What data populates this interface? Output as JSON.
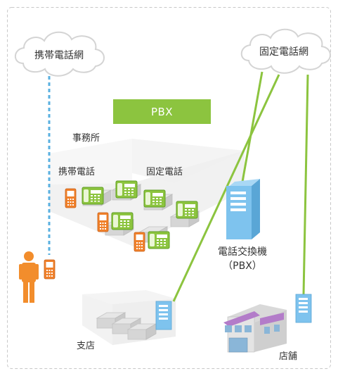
{
  "diagram": {
    "clouds": {
      "mobile_network": "携帯電話網",
      "fixed_network": "固定電話網"
    },
    "banner": "PBX",
    "office": {
      "label": "事務所",
      "mobile_phones_label": "携帯電話",
      "fixed_phones_label": "固定電話"
    },
    "exchange": {
      "label_line1": "電話交換機",
      "label_line2": "（PBX）"
    },
    "branch_office": "支店",
    "store": "店舗"
  },
  "colors": {
    "green_line": "#8cc43f",
    "mobile_link": "#5ab0e0",
    "server_blue": "#7ec3ee",
    "phone_orange": "#f0802a",
    "person_orange": "#f28d2c",
    "store_purple": "#b37cc9",
    "border_dash": "#c8c8c8"
  }
}
